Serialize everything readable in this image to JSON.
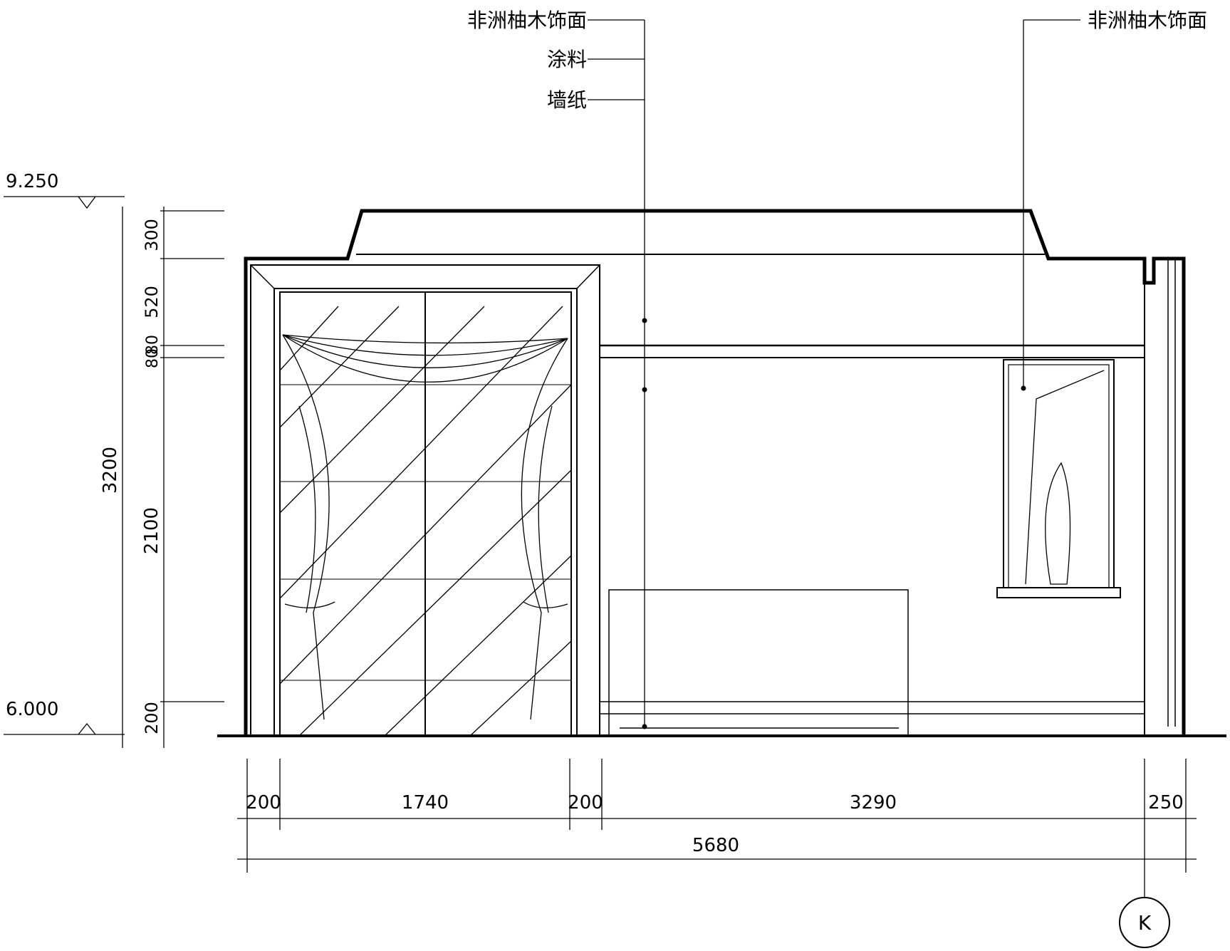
{
  "labels": {
    "veneer_1": "非洲柚木饰面",
    "paint": "涂料",
    "wallpaper": "墙纸",
    "veneer_2": "非洲柚木饰面"
  },
  "elevations": {
    "top": "9.250",
    "bottom": "6.000"
  },
  "vertical_dims": {
    "total": "3200",
    "d300": "300",
    "d520": "520",
    "d80a": "80",
    "d80b": "80",
    "d2100": "2100",
    "d200": "200"
  },
  "horizontal_dims": {
    "h200a": "200",
    "h1740": "1740",
    "h200b": "200",
    "h3290": "3290",
    "h250": "250",
    "total": "5680"
  },
  "axis_tag": "K"
}
